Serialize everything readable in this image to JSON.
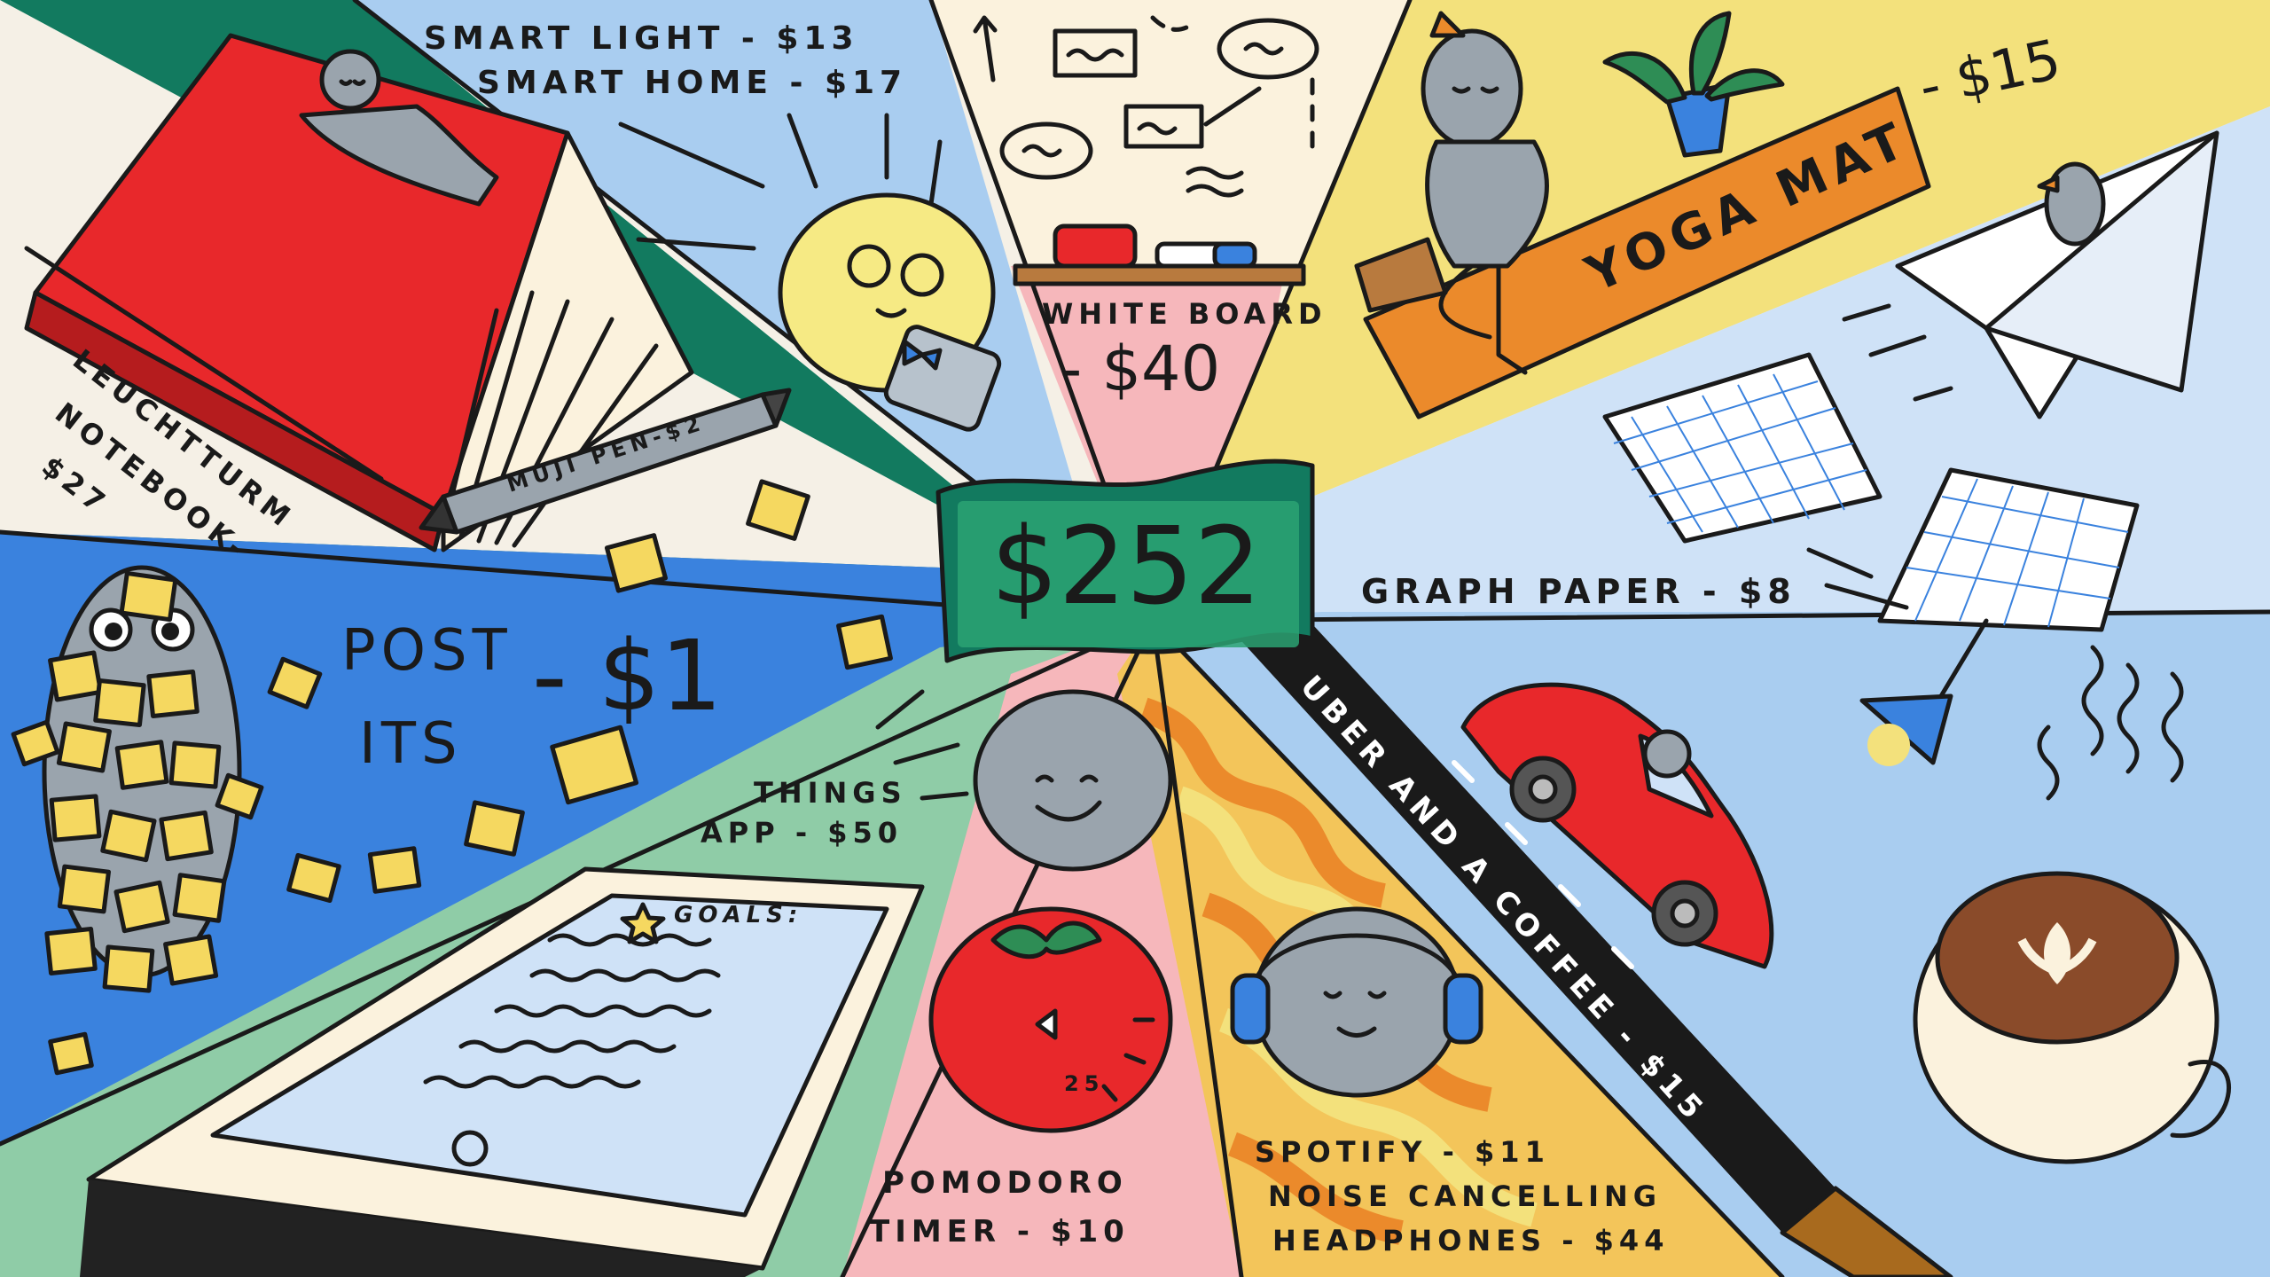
{
  "center_total": "$252",
  "labels": {
    "smart_light": "SMART LIGHT - $13",
    "smart_home": "SMART HOME - $17",
    "white_board_1": "WHITE BOARD",
    "white_board_2": "- $40",
    "yoga_mat": "YOGA MAT",
    "yoga_price": "- $15",
    "leuchtturm_1": "LEUCHTTURM",
    "leuchtturm_2": "NOTEBOOK-",
    "leuchtturm_3": "$27",
    "muji_pen": "MUJI PEN-$2",
    "post_its_1": "POST",
    "post_its_2": "ITS",
    "post_its_price": "- $1",
    "graph_paper": "GRAPH PAPER - $8",
    "things_1": "THINGS",
    "things_2": "APP - $50",
    "goals": "GOALS:",
    "uber": "UBER AND A COFFEE - $15",
    "pomodoro_1": "POMODORO",
    "pomodoro_2": "TIMER - $10",
    "timer_num": "25",
    "spotify_1": "SPOTIFY - $11",
    "spotify_2": "NOISE CANCELLING",
    "spotify_3": "HEADPHONES - $44"
  },
  "colors": {
    "teal": "#127a5f",
    "sky": "#a9cdf0",
    "cream": "#fbf2dd",
    "yellow": "#f3e17c",
    "pale_blue": "#cfe2f7",
    "royal_blue": "#3a82de",
    "mint": "#8fcca7",
    "pink": "#f6b7bb",
    "orange": "#eb8a2b",
    "red": "#e8282b",
    "sticky": "#f5d860"
  }
}
